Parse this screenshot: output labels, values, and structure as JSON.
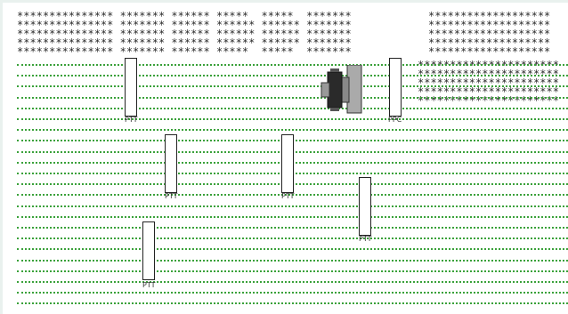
{
  "text_pattern": {
    "row_left_a": "*************** ******* ****** *****  *****  *******",
    "row_left_b": "*************** ******* ****** ****** ****** *******",
    "row_right": "*******************",
    "block_right": "**********************"
  },
  "components": [
    {
      "label": "PTT"
    },
    {
      "label": "PPC"
    },
    {
      "label": "PTT"
    },
    {
      "label": "PTT"
    },
    {
      "label": "PTT"
    },
    {
      "label": "PTT"
    }
  ],
  "colors": {
    "dotted_line": "#3aa13a",
    "background": "#ffffff",
    "frame": "#e9f1ee"
  }
}
